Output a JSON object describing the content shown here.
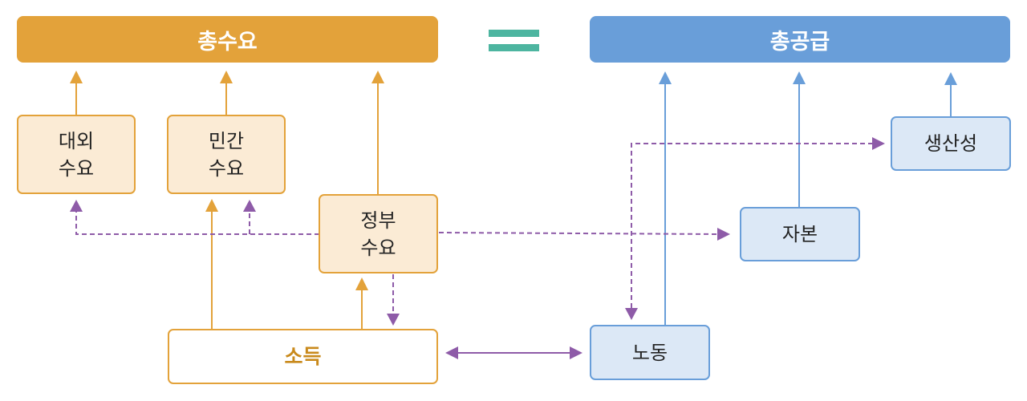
{
  "top": {
    "demand_label": "총수요",
    "supply_label": "총공급"
  },
  "boxes": {
    "external_line1": "대외",
    "external_line2": "수요",
    "private_line1": "민간",
    "private_line2": "수요",
    "government_line1": "정부",
    "government_line2": "수요",
    "income": "소득",
    "labor": "노동",
    "capital": "자본",
    "productivity": "생산성"
  },
  "colors": {
    "demand": "#E3A23A",
    "supply": "#699ED9",
    "equals": "#4DB5A0",
    "dashed_link": "#8E5BA8"
  }
}
